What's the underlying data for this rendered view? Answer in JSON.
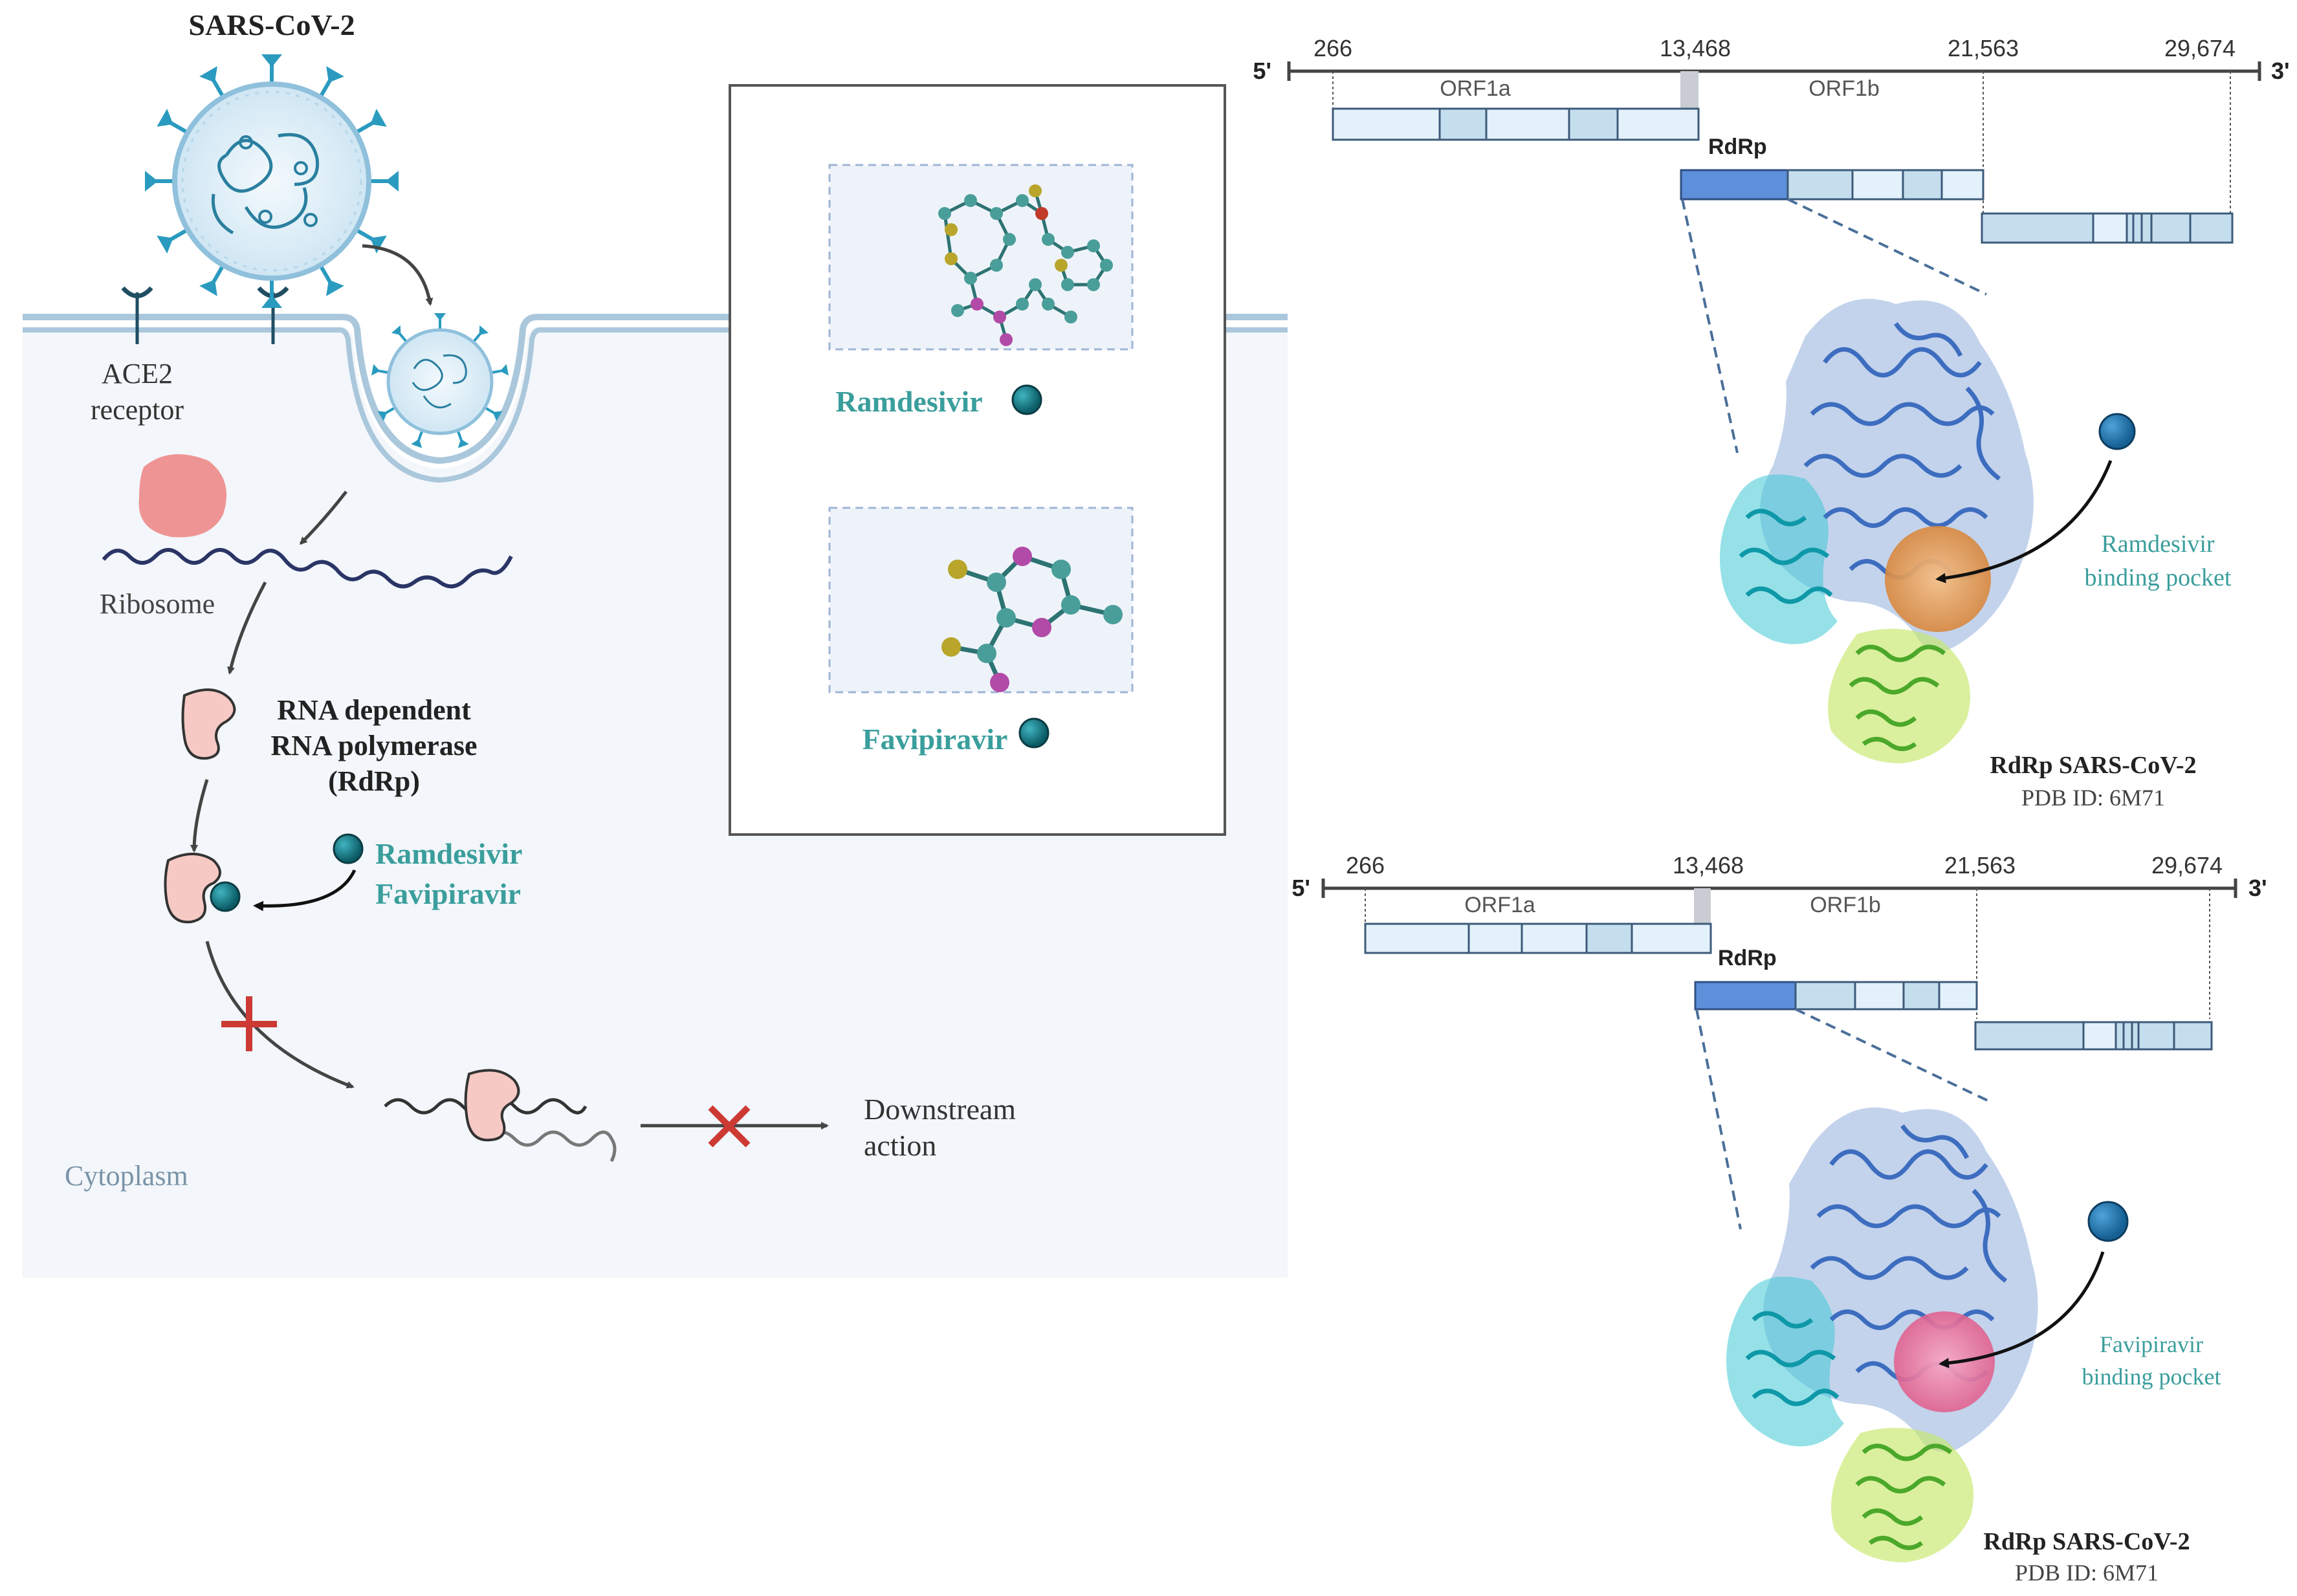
{
  "virus_title": "SARS-CoV-2",
  "ace2_label_1": "ACE2",
  "ace2_label_2": "receptor",
  "ribosome_label": "Ribosome",
  "rdrp_label_1": "RNA dependent",
  "rdrp_label_2": "RNA polymerase",
  "rdrp_label_3": "(RdRp)",
  "drugs_label_1": "Ramdesivir",
  "drugs_label_2": "Favipiravir",
  "downstream_label_1": "Downstream",
  "downstream_label_2": "action",
  "cytoplasm_label": "Cytoplasm",
  "box_drug_1": "Ramdesivir",
  "box_drug_2": "Favipiravir",
  "genome_top": {
    "five_prime": "5'",
    "three_prime": "3'",
    "tick_266": "266",
    "tick_13468": "13,468",
    "tick_21563": "21,563",
    "tick_29674": "29,674",
    "orf1a": "ORF1a",
    "orf1b": "ORF1b",
    "rdrp": "RdRp"
  },
  "genome_bottom": {
    "five_prime": "5'",
    "three_prime": "3'",
    "tick_266": "266",
    "tick_13468": "13,468",
    "tick_21563": "21,563",
    "tick_29674": "29,674",
    "orf1a": "ORF1a",
    "orf1b": "ORF1b",
    "rdrp": "RdRp"
  },
  "protein_top": {
    "pocket_1": "Ramdesivir",
    "pocket_2": "binding pocket",
    "title": "RdRp SARS-CoV-2",
    "pdb": "PDB ID: 6M71"
  },
  "protein_bottom": {
    "pocket_1": "Favipiravir",
    "pocket_2": "binding pocket",
    "title": "RdRp SARS-CoV-2",
    "pdb": "PDB ID: 6M71"
  },
  "colors": {
    "teal_text": "#3a9e9c",
    "drug_ball": "#0e6f78",
    "virus_teal": "#2a9bbf",
    "cytoplasm": "#f3f6fa",
    "membrane": "#aac7dc",
    "ribosome": "#ee8a88",
    "rdrp_pink": "#f6c9c4",
    "rna": "#2a3566",
    "block_light": "#e3f1fa",
    "block_mid": "#c5deee",
    "rdrp_block": "#5d8fdb",
    "cross_red": "#cc3a33",
    "protein_blue": "#3d6dbf",
    "pocket_orange": "#e59a52",
    "pocket_pink": "#e97aa3"
  }
}
